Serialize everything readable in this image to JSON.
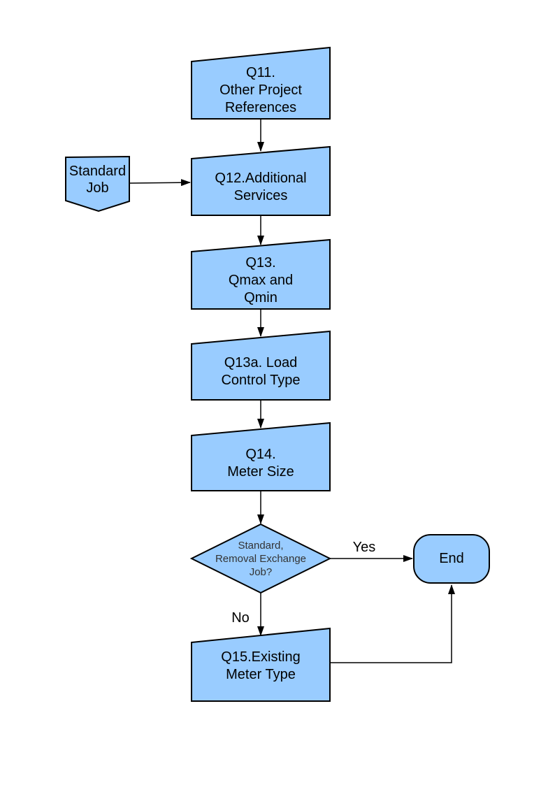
{
  "colors": {
    "node_fill": "#99CCFF",
    "node_border": "#000000",
    "connector": "#000000",
    "page_background": "#FFFFFF"
  },
  "nodes": {
    "q11": {
      "label": "Q11.\nOther Project\nReferences"
    },
    "standard_job": {
      "label": "Standard\nJob"
    },
    "q12": {
      "label": "Q12.Additional\nServices"
    },
    "q13": {
      "label": "Q13.\nQmax and\nQmin"
    },
    "q13a": {
      "label": "Q13a. Load\nControl Type"
    },
    "q14": {
      "label": "Q14.\nMeter Size"
    },
    "decision_job_type": {
      "label": "Standard,\nRemoval Exchange\nJob?"
    },
    "q15": {
      "label": "Q15.Existing\nMeter Type"
    },
    "end": {
      "label": "End"
    }
  },
  "connectors": {
    "yes_label": "Yes",
    "no_label": "No"
  }
}
